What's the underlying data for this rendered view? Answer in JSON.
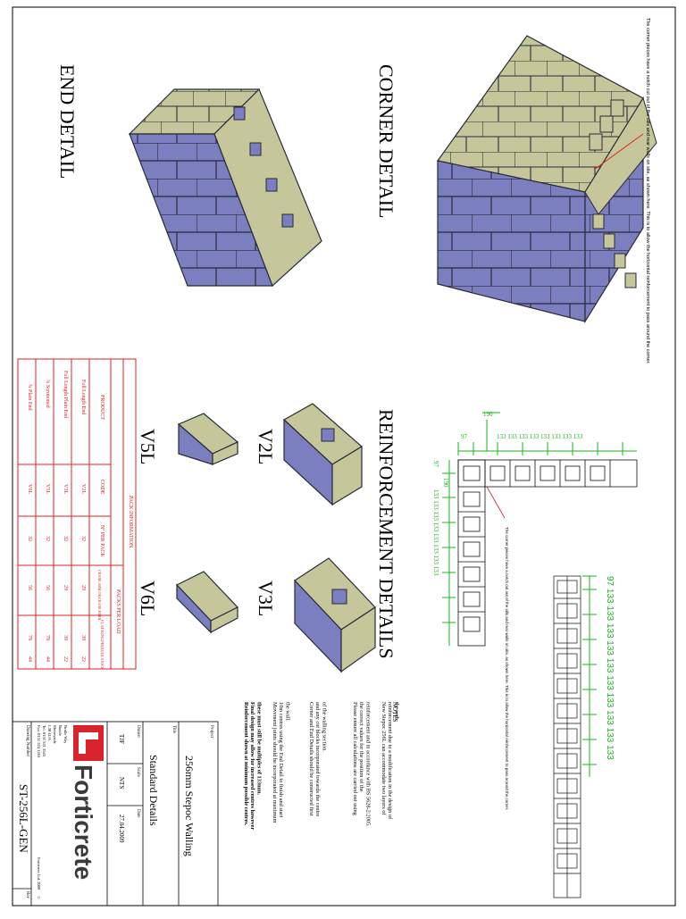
{
  "colors": {
    "block_face": "#7b7fbf",
    "block_top": "#c6c69b",
    "block_edge": "#2a2a3a",
    "table_red": "#e02020",
    "dim_green": "#18b418",
    "leader_red": "#e02020",
    "brand_red": "#d9232d",
    "brand_dark": "#3a3a3a"
  },
  "headings": {
    "corner": "CORNER DETAIL",
    "end": "END DETAIL",
    "reinforcement": "REINFORCEMENT DETAILS"
  },
  "corner_note": "The corner pieces have a notch cut out of the sills and rear walls on site, as shown here. This is to allow the horizontal reinforcement to pass around the corner.",
  "plan_note": "The corner pieces have a notch cut out of the sills and rear walls on site, as shown here. This is to allow the horizontal reinforcement to pass around the corner.",
  "block_labels": {
    "v2l": "V2L",
    "v3l": "V3L",
    "v5l": "V5L",
    "v6l": "V6L"
  },
  "dimensions": {
    "top_190": "190",
    "top_97": "97",
    "top_run": "133 133 133 133 133 133 133 133",
    "left_97": "97",
    "left_190": "190",
    "vertical_run": "133 133 133 133 133 133 133 133",
    "long_run": "97 133 133 133 133 133 133 133 133 133 133"
  },
  "pack_table": {
    "title": "PACK INFORMATION",
    "group_header": "PACKS PER LOAD",
    "headers": [
      "PRODUCT",
      "CODE",
      "Nº PER PACK",
      "CRANE ARM OR CRANE KERB",
      "FLAT/KINGPIN",
      "BULK STOCK"
    ],
    "rows": [
      [
        "Full Length End",
        "V2L",
        "32",
        "29",
        "39",
        "22"
      ],
      [
        "Full Length Plain End",
        "V3L",
        "32",
        "29",
        "39",
        "22"
      ],
      [
        "¾ Scrotemed",
        "V5L",
        "32",
        "56",
        "78",
        "44"
      ],
      [
        "¾ Plain End",
        "V6L",
        "32",
        "56",
        "78",
        "44"
      ]
    ]
  },
  "notes": {
    "title": "NOTES",
    "items": [
      "New Stepoc 256L can accommodate two layers of reinforcement due to a modification in the design of the web.",
      "Please ensure all calculations are carried out using the correct values for the position of the reinforcement and in accordance with BS 5628-2:2005.",
      "Corner and End Details should be constructed first and any cut blocks incorporated towards the centre of the walling section.",
      "Movement joints should be incorporated at maximum 10m centres using the End Detail to finish and start the wall.",
      "Reinforcement shown at minimum possible centres. Final design may allow for increased centres however these must still be multiples of 133mm."
    ]
  },
  "title_block": {
    "project_label": "Project",
    "project": "256mm Stepoc Walling",
    "title_label": "Title",
    "title": "Standard Details",
    "drawn_label": "Drawn",
    "drawn": "TJF",
    "scale_label": "Scale",
    "scale": "NTS",
    "date_label": "Date",
    "date": "27.04.2009",
    "brand": "Forticrete",
    "address": [
      "Bridle Way",
      "Bootle",
      "Merseyside",
      "L30 4UA",
      "Tel: 0151 521 3545",
      "Fax: 0151 524 1265"
    ],
    "drawing_number_label": "Drawing Number",
    "drawing_number": "ST-256L-GEN",
    "rev_label": "Rev",
    "footer_ref": "Forticrete Ltd. 2009",
    "copyright": "©"
  }
}
